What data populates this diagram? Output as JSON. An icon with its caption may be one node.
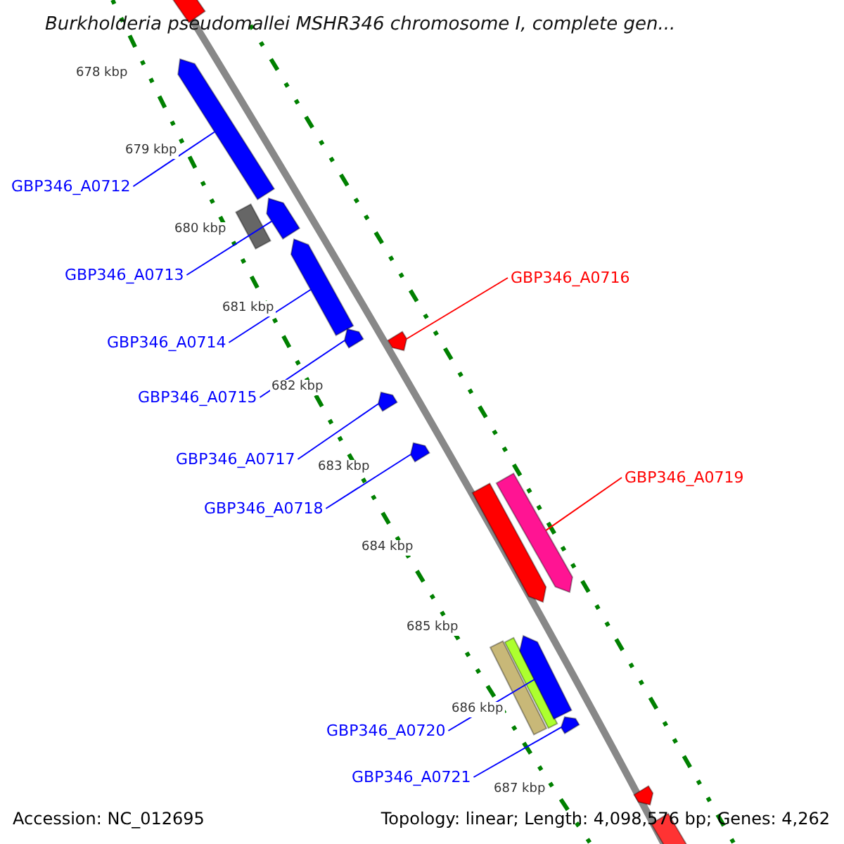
{
  "diagram": {
    "title": "Burkholderia pseudomallei MSHR346 chromosome I, complete gen...",
    "nodes": [
      {
        "text": [
          "GBP346_A0712"
        ]
      },
      {
        "text": [
          "GBP346_A0713"
        ]
      },
      {
        "text": [
          "GBP346_A0714"
        ]
      },
      {
        "text": [
          "GBP346_A0715"
        ]
      },
      {
        "text": [
          "GBP346_A0716"
        ]
      },
      {
        "text": [
          "GBP346_A0717"
        ]
      },
      {
        "text": [
          "GBP346_A0718"
        ]
      },
      {
        "text": [
          "GBP346_A0719"
        ]
      },
      {
        "text": [
          "GBP346_A0720"
        ]
      },
      {
        "text": [
          "GBP346_A0721"
        ]
      },
      {
        "text": [],
        "shape": "bar"
      },
      {
        "text": [],
        "shape": "arrow"
      },
      {
        "text": [],
        "shape": "bar"
      },
      {
        "text": [],
        "shape": "arrow"
      },
      {
        "text": [],
        "shape": "arrow"
      },
      {
        "text": [],
        "shape": "arrow"
      },
      {
        "text": [],
        "shape": "arrow"
      },
      {
        "text": [],
        "shape": "arrow"
      },
      {
        "text": [],
        "shape": "arrow"
      },
      {
        "text": [],
        "shape": "arrow"
      },
      {
        "text": [],
        "shape": "arrow"
      },
      {
        "text": [],
        "shape": "bar"
      },
      {
        "text": [],
        "shape": "bar"
      },
      {
        "text": [],
        "shape": "arrow"
      },
      {
        "text": [],
        "shape": "arrow"
      },
      {
        "text": [],
        "shape": "arrow"
      },
      {
        "text": [],
        "shape": "bar"
      }
    ],
    "edges": [
      {
        "from": 0,
        "to": 11,
        "arrow": "none"
      },
      {
        "from": 1,
        "to": 13,
        "arrow": "none"
      },
      {
        "from": 2,
        "to": 14,
        "arrow": "none"
      },
      {
        "from": 3,
        "to": 15,
        "arrow": "none"
      },
      {
        "from": 4,
        "to": 16,
        "arrow": "none",
        "color": "#ff0000"
      },
      {
        "from": 5,
        "to": 17,
        "arrow": "none"
      },
      {
        "from": 6,
        "to": 18,
        "arrow": "none"
      },
      {
        "from": 7,
        "to": 20,
        "arrow": "none",
        "color": "#ff0000"
      },
      {
        "from": 8,
        "to": 23,
        "arrow": "none"
      },
      {
        "from": 9,
        "to": 24,
        "arrow": "none"
      }
    ],
    "labels": [
      "678 kbp",
      "679 kbp",
      "680 kbp",
      "681 kbp",
      "682 kbp",
      "683 kbp",
      "684 kbp",
      "685 kbp",
      "686 kbp",
      "687 kbp",
      "Accession: NC_012695",
      "Topology: linear; Length: 4,098,576 bp; Genes: 4,262"
    ]
  }
}
